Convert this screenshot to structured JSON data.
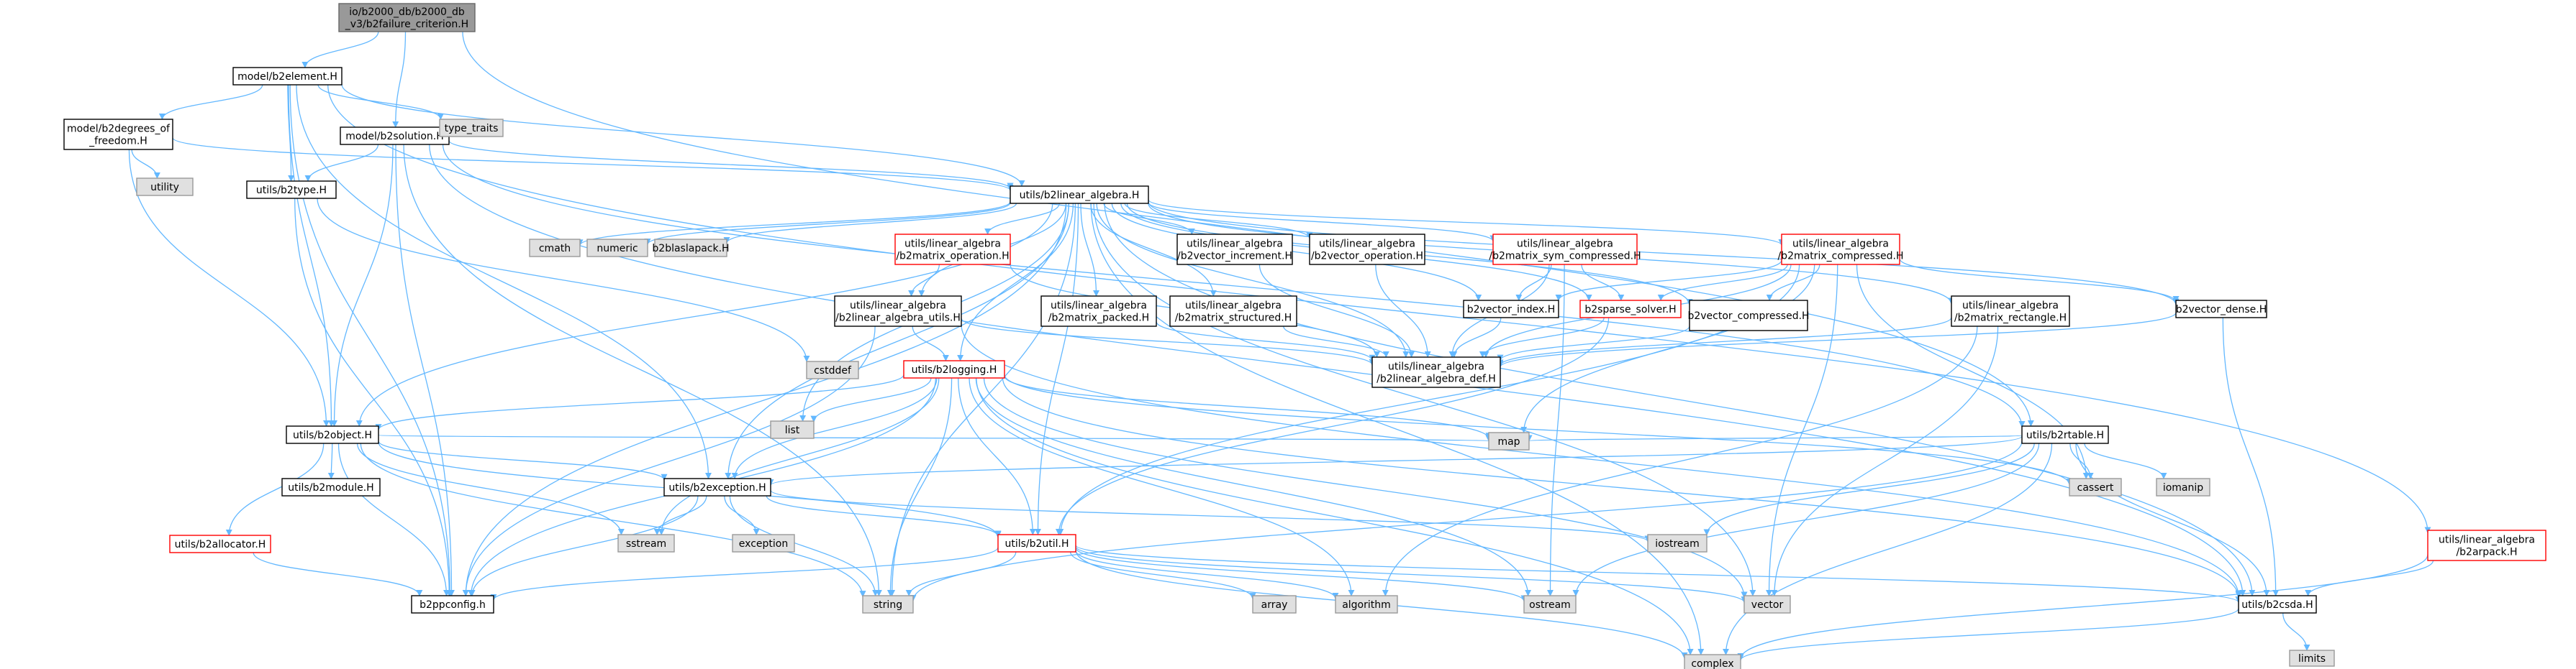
{
  "graph": {
    "colors": {
      "root_fill": "#999999",
      "root_stroke": "#666666",
      "local_fill": "#ffffff",
      "local_stroke": "#000000",
      "external_fill": "#e0e0e0",
      "external_stroke": "#999999",
      "truncated_stroke": "#ff0000",
      "edge": "#63b8ff"
    },
    "nodes": [
      {
        "id": "root",
        "lines": [
          "io/b2000_db/b2000_db",
          "_v3/b2failure_criterion.H"
        ],
        "kind": "root"
      },
      {
        "id": "element",
        "lines": [
          "model/b2element.H"
        ],
        "kind": "local"
      },
      {
        "id": "solution",
        "lines": [
          "model/b2solution.H"
        ],
        "kind": "local"
      },
      {
        "id": "degrees",
        "lines": [
          "model/b2degrees_of",
          "_freedom.H"
        ],
        "kind": "local"
      },
      {
        "id": "type_traits",
        "lines": [
          "type_traits"
        ],
        "kind": "external"
      },
      {
        "id": "utility",
        "lines": [
          "utility"
        ],
        "kind": "external"
      },
      {
        "id": "b2type",
        "lines": [
          "utils/b2type.H"
        ],
        "kind": "local"
      },
      {
        "id": "linalg",
        "lines": [
          "utils/b2linear_algebra.H"
        ],
        "kind": "local"
      },
      {
        "id": "cmath",
        "lines": [
          "cmath"
        ],
        "kind": "external"
      },
      {
        "id": "numeric",
        "lines": [
          "numeric"
        ],
        "kind": "external"
      },
      {
        "id": "b2blaslapack",
        "lines": [
          "b2blaslapack.H"
        ],
        "kind": "external"
      },
      {
        "id": "mat_op",
        "lines": [
          "utils/linear_algebra",
          "/b2matrix_operation.H"
        ],
        "kind": "truncated"
      },
      {
        "id": "la_utils",
        "lines": [
          "utils/linear_algebra",
          "/b2linear_algebra_utils.H"
        ],
        "kind": "local"
      },
      {
        "id": "mat_packed",
        "lines": [
          "utils/linear_algebra",
          "/b2matrix_packed.H"
        ],
        "kind": "local"
      },
      {
        "id": "vec_inc",
        "lines": [
          "utils/linear_algebra",
          "/b2vector_increment.H"
        ],
        "kind": "local"
      },
      {
        "id": "mat_struct",
        "lines": [
          "utils/linear_algebra",
          "/b2matrix_structured.H"
        ],
        "kind": "local"
      },
      {
        "id": "vec_op",
        "lines": [
          "utils/linear_algebra",
          "/b2vector_operation.H"
        ],
        "kind": "local"
      },
      {
        "id": "mat_sym",
        "lines": [
          "utils/linear_algebra",
          "/b2matrix_sym_compressed.H"
        ],
        "kind": "truncated"
      },
      {
        "id": "vec_index",
        "lines": [
          "b2vector_index.H"
        ],
        "kind": "local"
      },
      {
        "id": "sparse",
        "lines": [
          "b2sparse_solver.H"
        ],
        "kind": "truncated"
      },
      {
        "id": "mat_comp",
        "lines": [
          "utils/linear_algebra",
          "/b2matrix_compressed.H"
        ],
        "kind": "truncated"
      },
      {
        "id": "vec_comp",
        "lines": [
          "b2vector_compressed.H"
        ],
        "kind": "local"
      },
      {
        "id": "mat_rect",
        "lines": [
          "utils/linear_algebra",
          "/b2matrix_rectangle.H"
        ],
        "kind": "local"
      },
      {
        "id": "vec_dense",
        "lines": [
          "b2vector_dense.H"
        ],
        "kind": "local"
      },
      {
        "id": "la_def",
        "lines": [
          "utils/linear_algebra",
          "/b2linear_algebra_def.H"
        ],
        "kind": "local"
      },
      {
        "id": "cstddef",
        "lines": [
          "cstddef"
        ],
        "kind": "external"
      },
      {
        "id": "logging",
        "lines": [
          "utils/b2logging.H"
        ],
        "kind": "truncated"
      },
      {
        "id": "list",
        "lines": [
          "list"
        ],
        "kind": "external"
      },
      {
        "id": "object",
        "lines": [
          "utils/b2object.H"
        ],
        "kind": "local"
      },
      {
        "id": "module",
        "lines": [
          "utils/b2module.H"
        ],
        "kind": "local"
      },
      {
        "id": "allocator",
        "lines": [
          "utils/b2allocator.H"
        ],
        "kind": "truncated"
      },
      {
        "id": "exception",
        "lines": [
          "utils/b2exception.H"
        ],
        "kind": "local"
      },
      {
        "id": "map",
        "lines": [
          "map"
        ],
        "kind": "external"
      },
      {
        "id": "sstream",
        "lines": [
          "sstream"
        ],
        "kind": "external"
      },
      {
        "id": "exception_std",
        "lines": [
          "exception"
        ],
        "kind": "external"
      },
      {
        "id": "util",
        "lines": [
          "utils/b2util.H"
        ],
        "kind": "truncated"
      },
      {
        "id": "iostream",
        "lines": [
          "iostream"
        ],
        "kind": "external"
      },
      {
        "id": "ppconfig",
        "lines": [
          "b2ppconfig.h"
        ],
        "kind": "local"
      },
      {
        "id": "string",
        "lines": [
          "string"
        ],
        "kind": "external"
      },
      {
        "id": "array",
        "lines": [
          "array"
        ],
        "kind": "external"
      },
      {
        "id": "algorithm",
        "lines": [
          "algorithm"
        ],
        "kind": "external"
      },
      {
        "id": "ostream",
        "lines": [
          "ostream"
        ],
        "kind": "external"
      },
      {
        "id": "vector",
        "lines": [
          "vector"
        ],
        "kind": "external"
      },
      {
        "id": "complex",
        "lines": [
          "complex"
        ],
        "kind": "external"
      },
      {
        "id": "rtable",
        "lines": [
          "utils/b2rtable.H"
        ],
        "kind": "local"
      },
      {
        "id": "cassert",
        "lines": [
          "cassert"
        ],
        "kind": "external"
      },
      {
        "id": "iomanip",
        "lines": [
          "iomanip"
        ],
        "kind": "external"
      },
      {
        "id": "arpack",
        "lines": [
          "utils/linear_algebra",
          "/b2arpack.H"
        ],
        "kind": "truncated"
      },
      {
        "id": "csda",
        "lines": [
          "utils/b2csda.H"
        ],
        "kind": "local"
      },
      {
        "id": "limits",
        "lines": [
          "limits"
        ],
        "kind": "external"
      }
    ],
    "edges": [
      [
        "root",
        "element"
      ],
      [
        "root",
        "solution"
      ],
      [
        "root",
        "rtable"
      ],
      [
        "element",
        "degrees"
      ],
      [
        "element",
        "type_traits"
      ],
      [
        "element",
        "b2type"
      ],
      [
        "element",
        "linalg"
      ],
      [
        "element",
        "object"
      ],
      [
        "element",
        "exception"
      ],
      [
        "element",
        "ppconfig"
      ],
      [
        "element",
        "arpack"
      ],
      [
        "degrees",
        "utility"
      ],
      [
        "degrees",
        "object"
      ],
      [
        "degrees",
        "linalg"
      ],
      [
        "solution",
        "b2type"
      ],
      [
        "solution",
        "linalg"
      ],
      [
        "solution",
        "object"
      ],
      [
        "solution",
        "ppconfig"
      ],
      [
        "solution",
        "string"
      ],
      [
        "solution",
        "csda"
      ],
      [
        "solution",
        "rtable"
      ],
      [
        "b2type",
        "ppconfig"
      ],
      [
        "b2type",
        "cstddef"
      ],
      [
        "linalg",
        "cmath"
      ],
      [
        "linalg",
        "numeric"
      ],
      [
        "linalg",
        "b2blaslapack"
      ],
      [
        "linalg",
        "mat_op"
      ],
      [
        "linalg",
        "la_utils"
      ],
      [
        "linalg",
        "mat_packed"
      ],
      [
        "linalg",
        "vec_inc"
      ],
      [
        "linalg",
        "mat_struct"
      ],
      [
        "linalg",
        "vec_op"
      ],
      [
        "linalg",
        "mat_sym"
      ],
      [
        "linalg",
        "vec_index"
      ],
      [
        "linalg",
        "sparse"
      ],
      [
        "linalg",
        "mat_comp"
      ],
      [
        "linalg",
        "vec_comp"
      ],
      [
        "linalg",
        "mat_rect"
      ],
      [
        "linalg",
        "vec_dense"
      ],
      [
        "linalg",
        "la_def"
      ],
      [
        "linalg",
        "logging"
      ],
      [
        "linalg",
        "list"
      ],
      [
        "linalg",
        "object"
      ],
      [
        "linalg",
        "exception"
      ],
      [
        "linalg",
        "util"
      ],
      [
        "linalg",
        "ppconfig"
      ],
      [
        "linalg",
        "string"
      ],
      [
        "linalg",
        "complex"
      ],
      [
        "linalg",
        "vector"
      ],
      [
        "linalg",
        "csda"
      ],
      [
        "mat_op",
        "la_utils"
      ],
      [
        "mat_op",
        "la_def"
      ],
      [
        "la_utils",
        "logging"
      ],
      [
        "la_utils",
        "la_def"
      ],
      [
        "la_utils",
        "ppconfig"
      ],
      [
        "la_utils",
        "csda"
      ],
      [
        "mat_packed",
        "la_def"
      ],
      [
        "vec_inc",
        "la_def"
      ],
      [
        "mat_struct",
        "la_def"
      ],
      [
        "vec_op",
        "la_def"
      ],
      [
        "mat_sym",
        "vec_index"
      ],
      [
        "mat_sym",
        "sparse"
      ],
      [
        "mat_sym",
        "la_def"
      ],
      [
        "mat_sym",
        "ostream"
      ],
      [
        "vec_index",
        "la_def"
      ],
      [
        "sparse",
        "la_def"
      ],
      [
        "sparse",
        "util"
      ],
      [
        "mat_comp",
        "vec_index"
      ],
      [
        "mat_comp",
        "sparse"
      ],
      [
        "mat_comp",
        "vec_comp"
      ],
      [
        "mat_comp",
        "vec_dense"
      ],
      [
        "mat_comp",
        "la_def"
      ],
      [
        "mat_comp",
        "map"
      ],
      [
        "mat_comp",
        "cassert"
      ],
      [
        "mat_comp",
        "util"
      ],
      [
        "mat_comp",
        "vector"
      ],
      [
        "vec_comp",
        "la_def"
      ],
      [
        "mat_rect",
        "la_def"
      ],
      [
        "mat_rect",
        "vector"
      ],
      [
        "mat_rect",
        "algorithm"
      ],
      [
        "vec_dense",
        "la_def"
      ],
      [
        "vec_dense",
        "csda"
      ],
      [
        "logging",
        "object"
      ],
      [
        "logging",
        "list"
      ],
      [
        "logging",
        "map"
      ],
      [
        "logging",
        "sstream"
      ],
      [
        "logging",
        "exception"
      ],
      [
        "logging",
        "util"
      ],
      [
        "logging",
        "ppconfig"
      ],
      [
        "logging",
        "string"
      ],
      [
        "logging",
        "algorithm"
      ],
      [
        "logging",
        "ostream"
      ],
      [
        "logging",
        "complex"
      ],
      [
        "logging",
        "vector"
      ],
      [
        "logging",
        "csda"
      ],
      [
        "logging",
        "cassert"
      ],
      [
        "object",
        "module"
      ],
      [
        "object",
        "allocator"
      ],
      [
        "object",
        "exception"
      ],
      [
        "object",
        "map"
      ],
      [
        "object",
        "sstream"
      ],
      [
        "object",
        "ppconfig"
      ],
      [
        "object",
        "string"
      ],
      [
        "object",
        "util"
      ],
      [
        "allocator",
        "ppconfig"
      ],
      [
        "exception",
        "sstream"
      ],
      [
        "exception",
        "exception_std"
      ],
      [
        "exception",
        "util"
      ],
      [
        "exception",
        "iostream"
      ],
      [
        "exception",
        "ppconfig"
      ],
      [
        "exception",
        "string"
      ],
      [
        "util",
        "ppconfig"
      ],
      [
        "util",
        "string"
      ],
      [
        "util",
        "array"
      ],
      [
        "util",
        "algorithm"
      ],
      [
        "util",
        "ostream"
      ],
      [
        "util",
        "vector"
      ],
      [
        "util",
        "complex"
      ],
      [
        "util",
        "csda"
      ],
      [
        "rtable",
        "exception"
      ],
      [
        "rtable",
        "map"
      ],
      [
        "rtable",
        "cassert"
      ],
      [
        "rtable",
        "iomanip"
      ],
      [
        "rtable",
        "iostream"
      ],
      [
        "rtable",
        "string"
      ],
      [
        "rtable",
        "complex"
      ],
      [
        "rtable",
        "csda"
      ],
      [
        "rtable",
        "ostream"
      ],
      [
        "arpack",
        "csda"
      ],
      [
        "arpack",
        "complex"
      ],
      [
        "csda",
        "complex"
      ],
      [
        "csda",
        "limits"
      ]
    ]
  }
}
